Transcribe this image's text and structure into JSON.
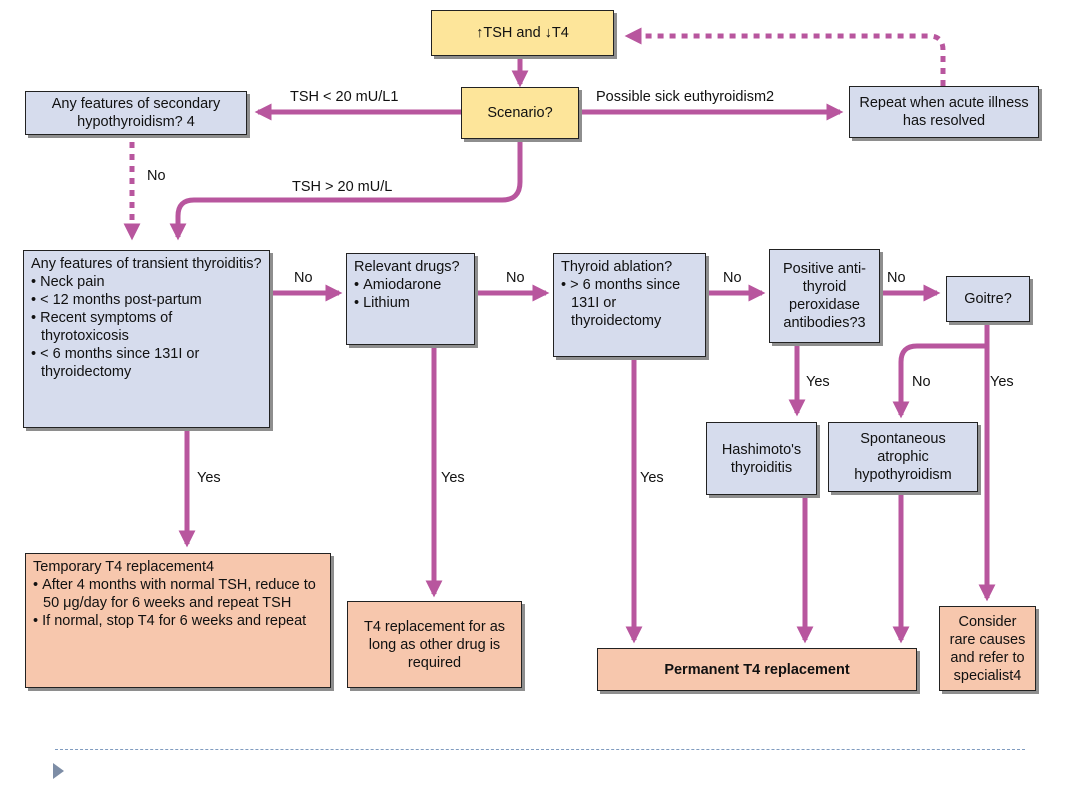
{
  "colors": {
    "connector": "#b8569e",
    "blue_box": "#d6dced",
    "yellow_box": "#fde59a",
    "orange_box": "#f7c7ad"
  },
  "nodes": {
    "start": "↑TSH and ↓T4",
    "scenario": "Scenario?",
    "secondary": "Any features of secondary hypothyroidism? 4",
    "repeat": "Repeat when acute illness has resolved",
    "transient": {
      "title": "Any features of transient thyroiditis?",
      "items": [
        "Neck pain",
        "< 12 months post-partum",
        "Recent symptoms of thyrotoxicosis",
        "< 6 months since 131I or thyroidectomy"
      ]
    },
    "drugs": {
      "title": "Relevant drugs?",
      "items": [
        "Amiodarone",
        "Lithium"
      ]
    },
    "ablation": {
      "title": "Thyroid ablation?",
      "items": [
        "> 6 months since 131I or thyroidectomy"
      ]
    },
    "antibodies": "Positive anti-thyroid peroxidase antibodies?3",
    "goitre": "Goitre?",
    "hashimoto": "Hashimoto's thyroiditis",
    "atrophic": "Spontaneous atrophic hypothyroidism",
    "temporary": {
      "title": "Temporary T4 replacement4",
      "items": [
        "After 4 months with normal TSH, reduce to 50 μg/day for 6 weeks and repeat TSH",
        "If normal, stop T4 for 6 weeks and repeat"
      ]
    },
    "drug_replacement": "T4 replacement for as long as other drug is required",
    "permanent": "Permanent T4 replacement",
    "rare": "Consider rare causes and refer to specialist4"
  },
  "labels": {
    "tsh_low": "TSH < 20 mU/L1",
    "sick": "Possible sick euthyroidism2",
    "tsh_high": "TSH > 20 mU/L",
    "no_secondary": "No",
    "no_transient": "No",
    "no_drugs": "No",
    "no_ablation": "No",
    "no_antibodies": "No",
    "yes_transient": "Yes",
    "yes_drugs": "Yes",
    "yes_ablation": "Yes",
    "yes_antibodies": "Yes",
    "no_goitre": "No",
    "yes_goitre": "Yes"
  }
}
